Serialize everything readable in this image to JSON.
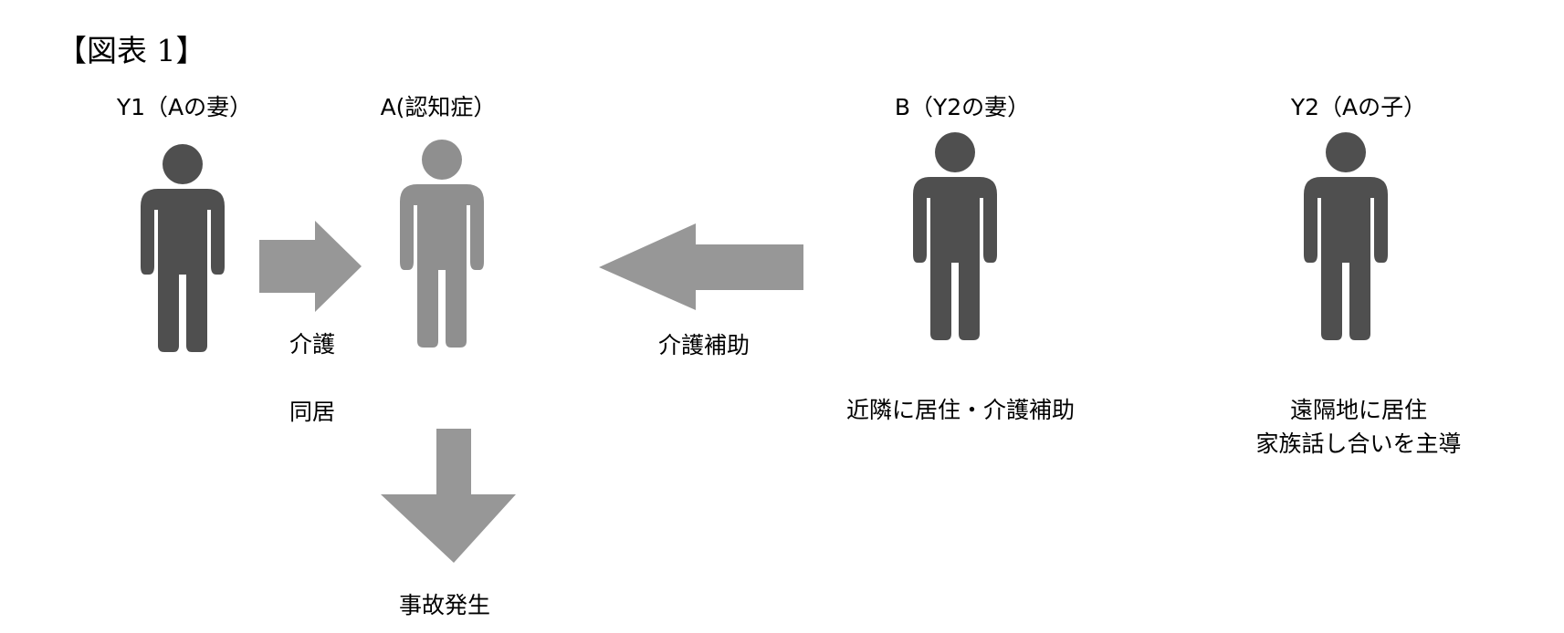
{
  "figure_title": "【図表 1】",
  "colors": {
    "dark": "#4f4f4f",
    "light": "#8f8f8f",
    "arrow": "#979797",
    "text": "#111111"
  },
  "people": {
    "y1": {
      "label": "Y1（Aの妻）"
    },
    "a": {
      "label": "A(認知症）"
    },
    "b": {
      "label": "B（Y2の妻）",
      "caption": "近隣に居住・介護補助"
    },
    "y2": {
      "label": "Y2（Aの子）",
      "caption_line1": "遠隔地に居住",
      "caption_line2": "家族話し合いを主導"
    }
  },
  "relations": {
    "y1_to_a_label": "介護",
    "y1_a_status": "同居",
    "b_to_a_label": "介護補助",
    "a_outcome": "事故発生"
  }
}
